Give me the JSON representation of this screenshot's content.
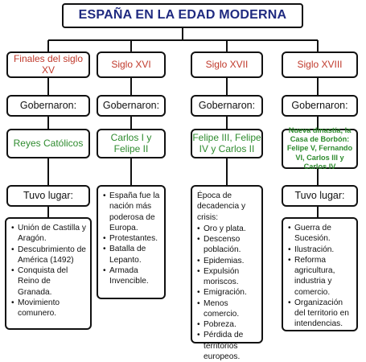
{
  "title": "ESPAÑA EN LA EDAD MODERNA",
  "columns": [
    {
      "period": "Finales del siglo XV",
      "governed_label": "Gobernaron:",
      "rulers": "Reyes Católicos",
      "events_label": "Tuvo lugar:",
      "events_intro": "",
      "events": [
        "Unión de Castilla y Aragón.",
        "Descubrimiento de América (1492)",
        "Conquista del Reino de Granada.",
        "Movimiento comunero."
      ]
    },
    {
      "period": "Siglo XVI",
      "governed_label": "Gobernaron:",
      "rulers": "Carlos I y Felipe II",
      "events_label": "",
      "events_intro": "",
      "events": [
        "España fue la nación más poderosa de Europa.",
        "Protestantes.",
        "Batalla de Lepanto.",
        "Armada Invencible."
      ]
    },
    {
      "period": "Siglo XVII",
      "governed_label": "Gobernaron:",
      "rulers": "Felipe III, Felipe IV y Carlos II",
      "events_label": "",
      "events_intro": "Época de decadencia y crisis:",
      "events": [
        "Oro y plata.",
        "Descenso población.",
        "Epidemias.",
        "Expulsión moriscos.",
        "Emigración.",
        "Menos comercio.",
        "Pobreza.",
        "Pérdida de territorios europeos."
      ]
    },
    {
      "period": "Siglo XVIII",
      "governed_label": "Gobernaron:",
      "rulers": "Nueva dinastía, la Casa de Borbón: Felipe V, Fernando VI, Carlos III y Carlos IV",
      "events_label": "Tuvo lugar:",
      "events_intro": "",
      "events": [
        "Guerra de Sucesión.",
        "Ilustración.",
        "Reforma agricultura, industria y comercio.",
        "Organización del territorio en intendencias."
      ]
    }
  ],
  "colors": {
    "title": "#1f2a80",
    "period": "#c0392b",
    "rulers": "#2e8b2e",
    "border": "#111111"
  }
}
